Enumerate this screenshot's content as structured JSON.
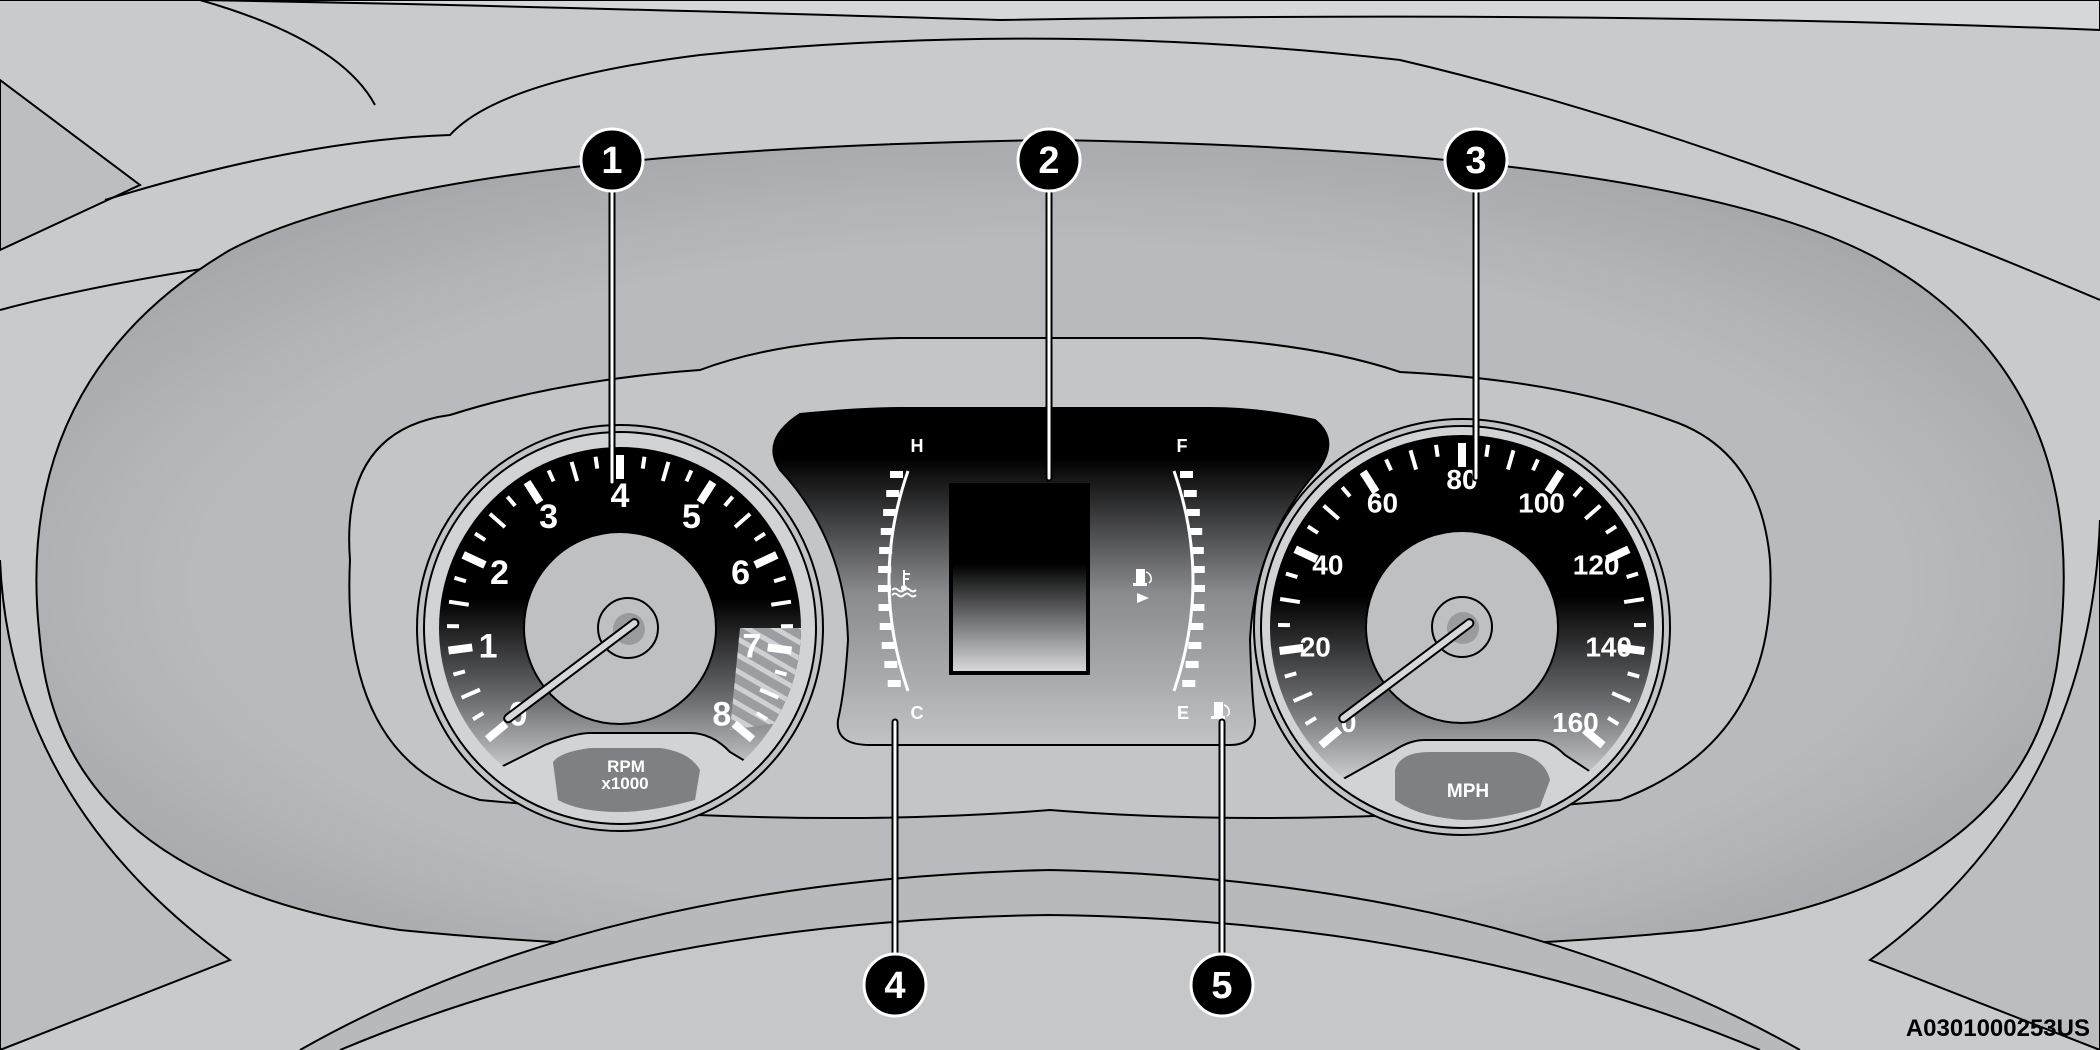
{
  "callouts": [
    {
      "number": "1",
      "target": "tachometer"
    },
    {
      "number": "2",
      "target": "display"
    },
    {
      "number": "3",
      "target": "speedometer"
    },
    {
      "number": "4",
      "target": "temperature-gauge"
    },
    {
      "number": "5",
      "target": "fuel-gauge"
    }
  ],
  "tachometer": {
    "labels": [
      "0",
      "1",
      "2",
      "3",
      "4",
      "5",
      "6",
      "7",
      "8"
    ],
    "min": 0,
    "max": 8,
    "redline_start": 6.5,
    "needle_value": 0,
    "unit_line1": "RPM",
    "unit_line2": "x1000"
  },
  "speedometer": {
    "labels": [
      "0",
      "20",
      "40",
      "60",
      "80",
      "100",
      "120",
      "140",
      "160"
    ],
    "min": 0,
    "max": 160,
    "needle_value": 0,
    "unit": "MPH"
  },
  "temperature_gauge": {
    "top_label": "H",
    "bottom_label": "C",
    "icon": "coolant-temperature-icon"
  },
  "fuel_gauge": {
    "top_label": "F",
    "bottom_label": "E",
    "icon": "fuel-pump-icon",
    "side_icon": "fuel-door-side-arrow-icon"
  },
  "figure_code": "A0301000253US",
  "colors": {
    "background": "#c9cacc",
    "bezel": "#b3b4b7",
    "dial": "#000000",
    "ring": "#d2d3d5"
  }
}
